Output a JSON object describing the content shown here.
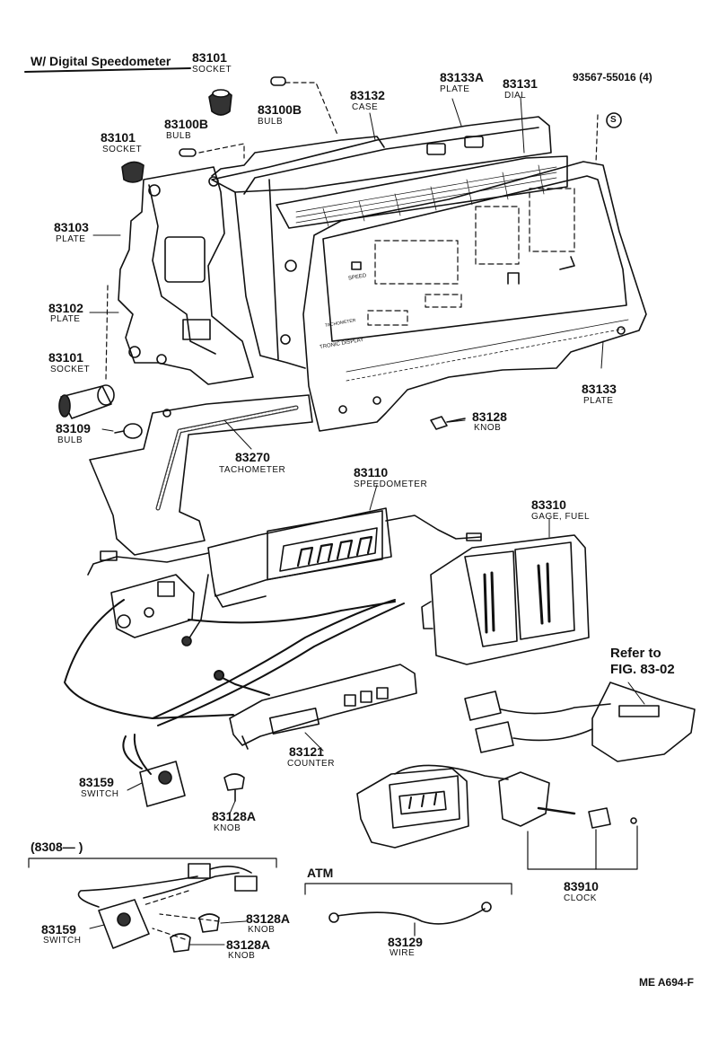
{
  "header": "W/ Digital Speedometer",
  "subgroup_a": "(8308—     )",
  "subgroup_b": "ATM",
  "refer_line1": "Refer to",
  "refer_line2": "FIG. 83-02",
  "fastener_number": "93567-55016 (4)",
  "fastener_symbol": "S",
  "figure_code": "ME  A694-F",
  "parts": {
    "p83101_top": {
      "number": "83101",
      "name": "SOCKET"
    },
    "p83100b_top": {
      "number": "83100B",
      "name": "BULB"
    },
    "p83132": {
      "number": "83132",
      "name": "CASE"
    },
    "p83133a": {
      "number": "83133A",
      "name": "PLATE"
    },
    "p83131": {
      "number": "83131",
      "name": "DIAL"
    },
    "p83101_mid": {
      "number": "83101",
      "name": "SOCKET"
    },
    "p83100b_mid": {
      "number": "83100B",
      "name": "BULB"
    },
    "p83103": {
      "number": "83103",
      "name": "PLATE"
    },
    "p83102": {
      "number": "83102",
      "name": "PLATE"
    },
    "p83101_low": {
      "number": "83101",
      "name": "SOCKET"
    },
    "p83109": {
      "number": "83109",
      "name": "BULB"
    },
    "p83133": {
      "number": "83133",
      "name": "PLATE"
    },
    "p83128_top": {
      "number": "83128",
      "name": "KNOB"
    },
    "p83270": {
      "number": "83270",
      "name": "TACHOMETER"
    },
    "p83110": {
      "number": "83110",
      "name": "SPEEDOMETER"
    },
    "p83310": {
      "number": "83310",
      "name": "GAGE, FUEL"
    },
    "p83121": {
      "number": "83121",
      "name": "COUNTER"
    },
    "p83159_top": {
      "number": "83159",
      "name": "SWITCH"
    },
    "p83128a_mid": {
      "number": "83128A",
      "name": "KNOB"
    },
    "p83910": {
      "number": "83910",
      "name": "CLOCK"
    },
    "p83159_low": {
      "number": "83159",
      "name": "SWITCH"
    },
    "p83128a_low1": {
      "number": "83128A",
      "name": "KNOB"
    },
    "p83128a_low2": {
      "number": "83128A",
      "name": "KNOB"
    },
    "p83129": {
      "number": "83129",
      "name": "WIRE"
    }
  },
  "cluster_text": {
    "speed": "SPEED",
    "electronic": "TRONIC DISPLAY",
    "tacho": "TACHOMETER"
  },
  "colors": {
    "ink": "#111111",
    "paper": "#ffffff"
  }
}
